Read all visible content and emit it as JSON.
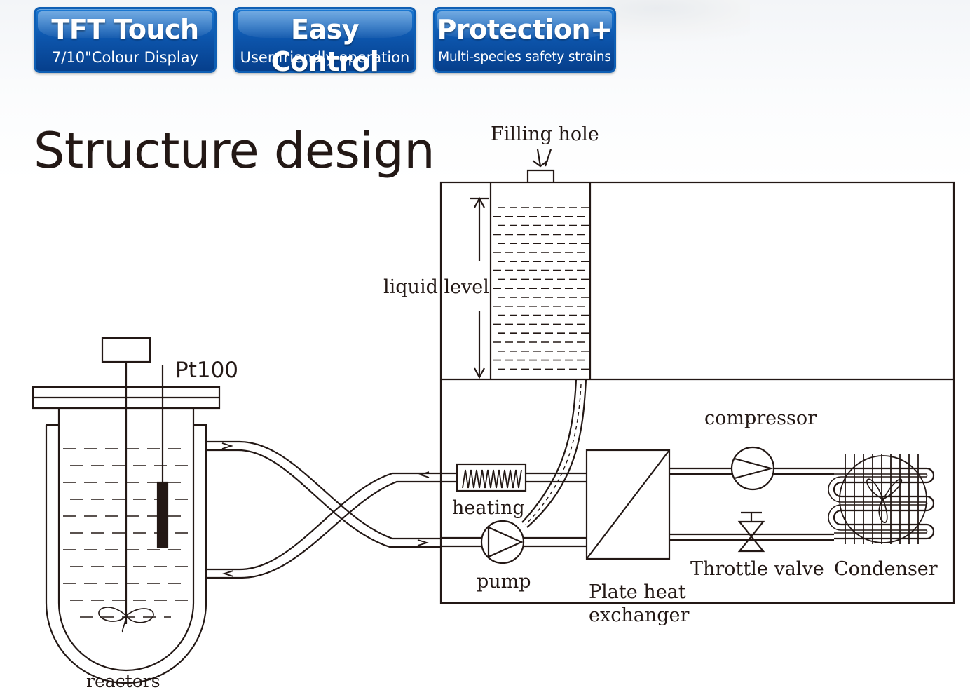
{
  "badges": [
    {
      "title": "TFT Touch",
      "subtitle": "7/10\"Colour Display"
    },
    {
      "title": "Easy Control",
      "subtitle": "User friendly operation"
    },
    {
      "title": "Protection+",
      "subtitle": "Multi-species safety strains"
    }
  ],
  "heading": "Structure design",
  "diagram": {
    "filling_hole": "Filling hole",
    "liquid_level": "liquid level",
    "pt100": "Pt100",
    "compressor": "compressor",
    "heating": "heating",
    "pump": "pump",
    "throttle_valve": "Throttle valve",
    "condenser": "Condenser",
    "plate_heat_exchanger_1": "Plate heat",
    "plate_heat_exchanger_2": "exchanger",
    "reactors": "reactors"
  },
  "colors": {
    "badge_blue": "#0d56ad",
    "line": "#231815"
  }
}
